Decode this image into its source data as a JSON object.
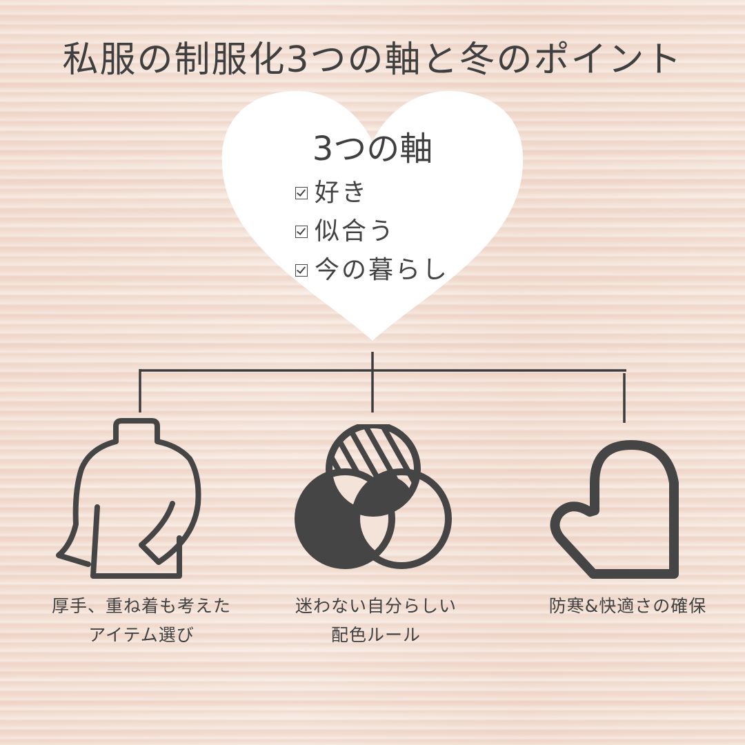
{
  "title": "私服の制服化3つの軸と冬のポイント",
  "heart": {
    "heading": "3つの軸",
    "items": [
      {
        "label": "好き",
        "checked": true
      },
      {
        "label": "似合う",
        "checked": true
      },
      {
        "label": "今の暮らし",
        "checked": true
      }
    ]
  },
  "points": [
    {
      "icon": "turtleneck-sweater-icon",
      "caption_line1": "厚手、重ね着も考えた",
      "caption_line2": "アイテム選び"
    },
    {
      "icon": "venn-diagram-icon",
      "caption_line1": "迷わない自分らしい",
      "caption_line2": "配色ルール"
    },
    {
      "icon": "mitten-icon",
      "caption_line1": "防寒&快適さの確保",
      "caption_line2": ""
    }
  ],
  "colors": {
    "background": "#f4e3d8",
    "ink": "#424242",
    "heart_fill": "#ffffff"
  }
}
